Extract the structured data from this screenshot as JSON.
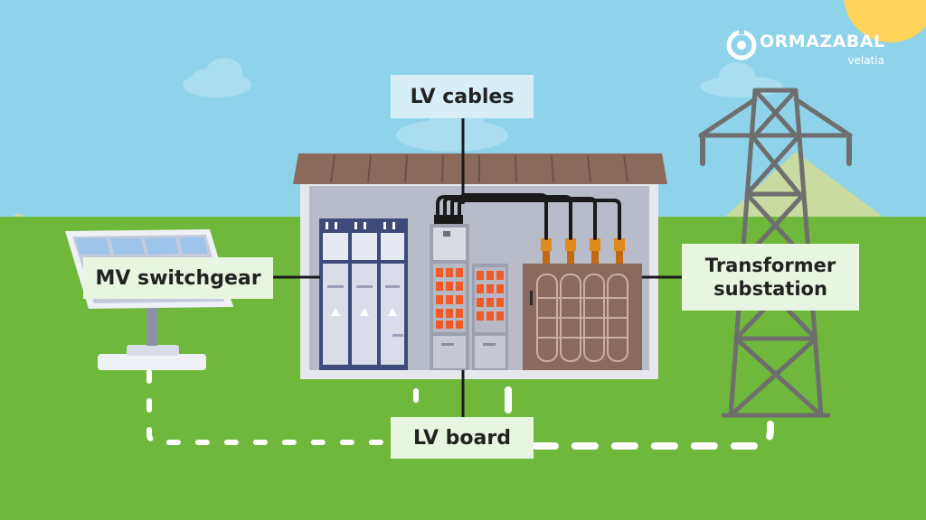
{
  "labels": {
    "lv_cables": "LV cables",
    "mv_switchgear": "MV switchgear",
    "transformer_line1": "Transformer",
    "transformer_line2": "substation",
    "lv_board": "LV board"
  },
  "brand": {
    "name": "ORMAZABAL",
    "subtitle": "velatia"
  },
  "colors": {
    "sky": "#8fd3ea",
    "grass": "#6fb83c",
    "hill": "#c9dba0",
    "roof": "#8b6a5c",
    "building_wall": "#b8bcc8",
    "cable": "#1a1a1a",
    "connector": "#e08a1e",
    "transformer": "#8b6a5c",
    "lv_board_modules": "#f05a28",
    "tower": "#6e6e6e",
    "sun": "#ffd25a",
    "label_bg": "#e8f5e0"
  },
  "icons": [
    "solar-panel-icon",
    "transmission-tower-icon",
    "sun-icon",
    "cloud-icon",
    "brand-logo-icon"
  ]
}
